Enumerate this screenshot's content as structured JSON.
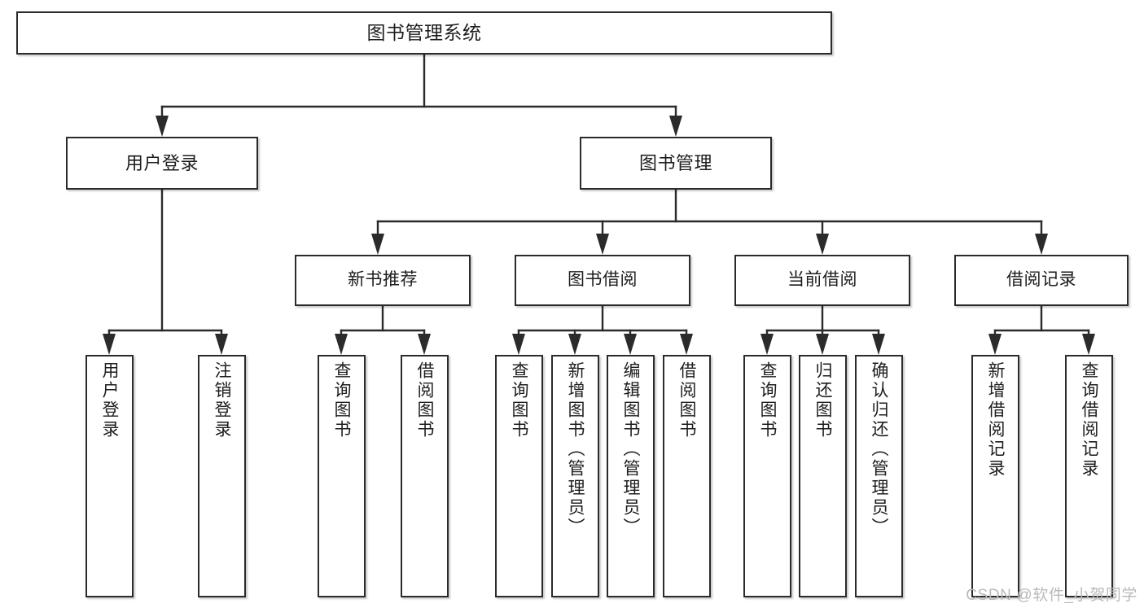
{
  "diagram": {
    "type": "tree-hierarchy",
    "title": "图书管理系统",
    "watermark": "CSDN @软件_小贺同学",
    "colors": {
      "stroke": "#2b2b2b",
      "fill": "#ffffff",
      "text": "#1d1d1d",
      "watermark": "#b9b9b9"
    },
    "nodes": {
      "root": {
        "label": "图书管理系统"
      },
      "level2": [
        {
          "id": "user-login",
          "label": "用户登录"
        },
        {
          "id": "book-manage",
          "label": "图书管理"
        }
      ],
      "level3": [
        {
          "id": "new-book-rec",
          "label": "新书推荐"
        },
        {
          "id": "book-borrow",
          "label": "图书借阅"
        },
        {
          "id": "current-borrow",
          "label": "当前借阅"
        },
        {
          "id": "borrow-record",
          "label": "借阅记录"
        }
      ],
      "leaves": [
        {
          "id": "leaf-user-login",
          "label": "用户登录",
          "parent": "user-login"
        },
        {
          "id": "leaf-user-logout",
          "label": "注销登录",
          "parent": "user-login"
        },
        {
          "id": "leaf-query-book-1",
          "label": "查询图书",
          "parent": "new-book-rec"
        },
        {
          "id": "leaf-borrow-book-1",
          "label": "借阅图书",
          "parent": "new-book-rec"
        },
        {
          "id": "leaf-query-book-2",
          "label": "查询图书",
          "parent": "book-borrow"
        },
        {
          "id": "leaf-add-book",
          "label": "新增图书（管理员）",
          "parent": "book-borrow"
        },
        {
          "id": "leaf-edit-book",
          "label": "编辑图书（管理员）",
          "parent": "book-borrow"
        },
        {
          "id": "leaf-borrow-book-2",
          "label": "借阅图书",
          "parent": "book-borrow"
        },
        {
          "id": "leaf-query-book-3",
          "label": "查询图书",
          "parent": "current-borrow"
        },
        {
          "id": "leaf-return-book",
          "label": "归还图书",
          "parent": "current-borrow"
        },
        {
          "id": "leaf-confirm-return",
          "label": "确认归还（管理员）",
          "parent": "current-borrow"
        },
        {
          "id": "leaf-add-record",
          "label": "新增借阅记录",
          "parent": "borrow-record"
        },
        {
          "id": "leaf-query-record",
          "label": "查询借阅记录",
          "parent": "borrow-record"
        }
      ]
    }
  }
}
